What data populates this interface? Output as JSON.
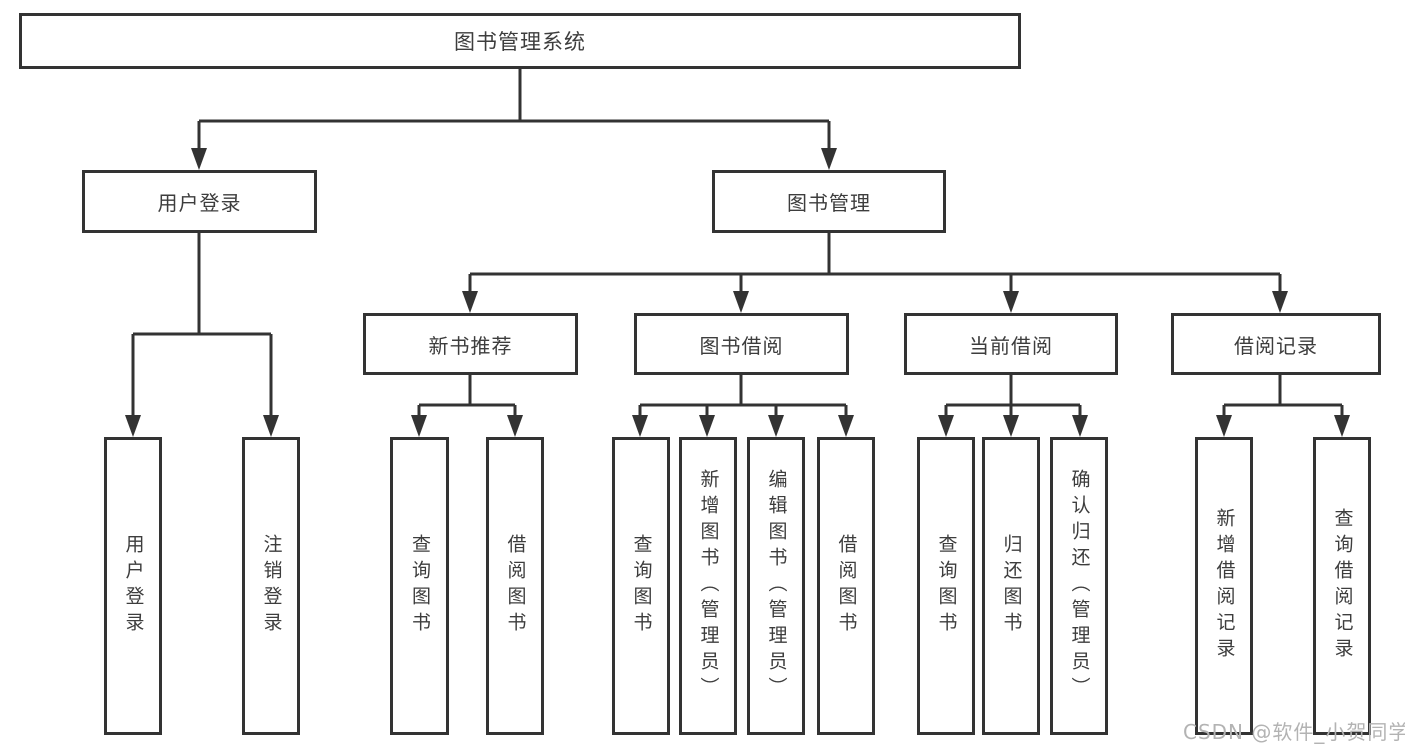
{
  "colors": {
    "line": "#333333",
    "text": "#3d3d3d",
    "watermark": "#b3b3b3",
    "background": "#ffffff"
  },
  "nodes": {
    "root": "图书管理系统",
    "user_login": "用户登录",
    "book_management": "图书管理",
    "new_book_recommend": "新书推荐",
    "book_borrow": "图书借阅",
    "current_borrow": "当前借阅",
    "borrow_record": "借阅记录",
    "ul_user_login": "用户登录",
    "ul_logout": "注销登录",
    "nbr_query_book": "查询图书",
    "nbr_borrow_book": "借阅图书",
    "bb_query_book": "查询图书",
    "bb_add_book": "新增图书（管理员）",
    "bb_edit_book": "编辑图书（管理员）",
    "bb_borrow_book": "借阅图书",
    "cb_query_book": "查询图书",
    "cb_return_book": "归还图书",
    "cb_confirm_return": "确认归还（管理员）",
    "br_add_record": "新增借阅记录",
    "br_query_record": "查询借阅记录"
  },
  "hierarchy": {
    "图书管理系统": {
      "用户登录": [
        "用户登录",
        "注销登录"
      ],
      "图书管理": {
        "新书推荐": [
          "查询图书",
          "借阅图书"
        ],
        "图书借阅": [
          "查询图书",
          "新增图书（管理员）",
          "编辑图书（管理员）",
          "借阅图书"
        ],
        "当前借阅": [
          "查询图书",
          "归还图书",
          "确认归还（管理员）"
        ],
        "借阅记录": [
          "新增借阅记录",
          "查询借阅记录"
        ]
      }
    }
  },
  "watermark": "CSDN @软件_小贺同学"
}
